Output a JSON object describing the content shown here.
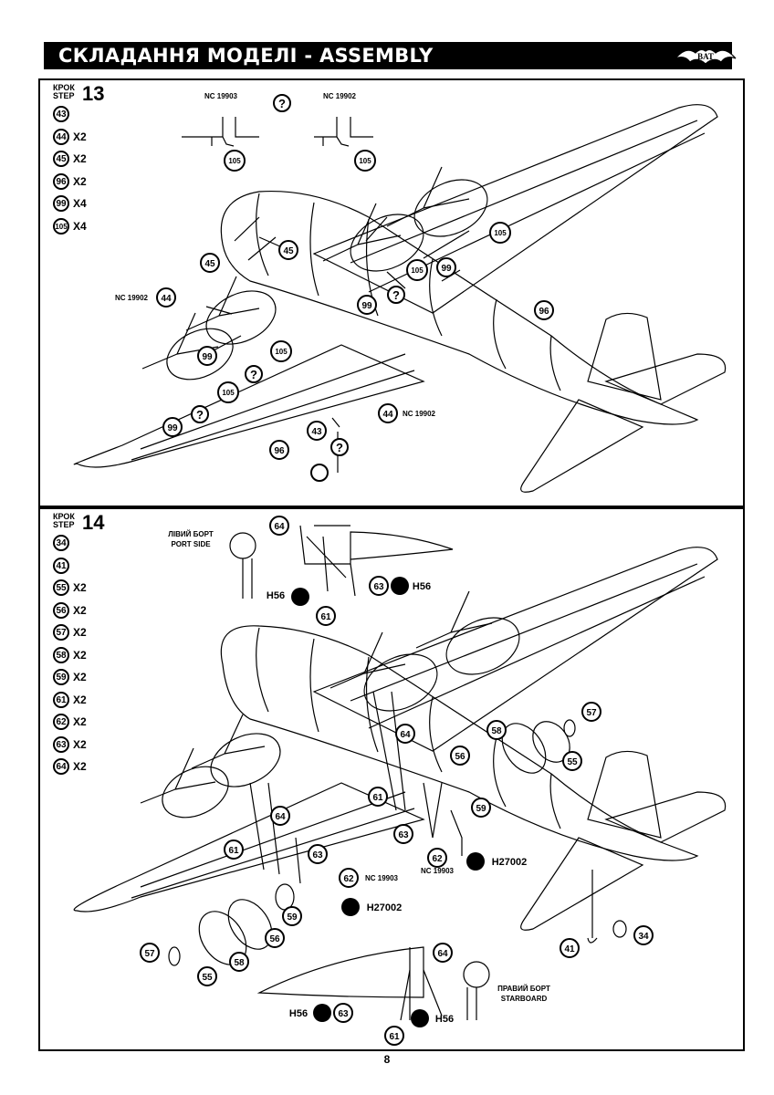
{
  "header": {
    "title": "СКЛАДАННЯ МОДЕЛІ - ASSEMBLY",
    "logo_text": "BAT"
  },
  "step13": {
    "label_uk": "КРОК",
    "label_en": "STEP",
    "number": "13",
    "parts": [
      {
        "num": "43",
        "qty": ""
      },
      {
        "num": "44",
        "qty": "X2"
      },
      {
        "num": "45",
        "qty": "X2"
      },
      {
        "num": "96",
        "qty": "X2"
      },
      {
        "num": "99",
        "qty": "X4"
      },
      {
        "num": "105",
        "qty": "X4"
      }
    ],
    "variant_a": "NC 19903",
    "variant_b": "NC 19902",
    "question": "?",
    "callouts": {
      "p105": "105",
      "p45": "45",
      "p44": "44",
      "p99": "99",
      "p96": "96",
      "p43": "43"
    }
  },
  "step14": {
    "label_uk": "КРОК",
    "label_en": "STEP",
    "number": "14",
    "parts": [
      {
        "num": "34",
        "qty": ""
      },
      {
        "num": "41",
        "qty": ""
      },
      {
        "num": "55",
        "qty": "X2"
      },
      {
        "num": "56",
        "qty": "X2"
      },
      {
        "num": "57",
        "qty": "X2"
      },
      {
        "num": "58",
        "qty": "X2"
      },
      {
        "num": "59",
        "qty": "X2"
      },
      {
        "num": "61",
        "qty": "X2"
      },
      {
        "num": "62",
        "qty": "X2"
      },
      {
        "num": "63",
        "qty": "X2"
      },
      {
        "num": "64",
        "qty": "X2"
      }
    ],
    "port_uk": "ЛІВИЙ БОРТ",
    "port_en": "PORT SIDE",
    "starboard_uk": "ПРАВИЙ БОРТ",
    "starboard_en": "STARBOARD",
    "paint_h56": "H56",
    "paint_h27002": "H27002",
    "variant_a": "NC 19903",
    "callouts": {
      "p64": "64",
      "p63": "63",
      "p61": "61",
      "p62": "62",
      "p57": "57",
      "p58": "58",
      "p56": "56",
      "p55": "55",
      "p59": "59",
      "p41": "41",
      "p34": "34"
    }
  },
  "footer": {
    "page": "8"
  }
}
